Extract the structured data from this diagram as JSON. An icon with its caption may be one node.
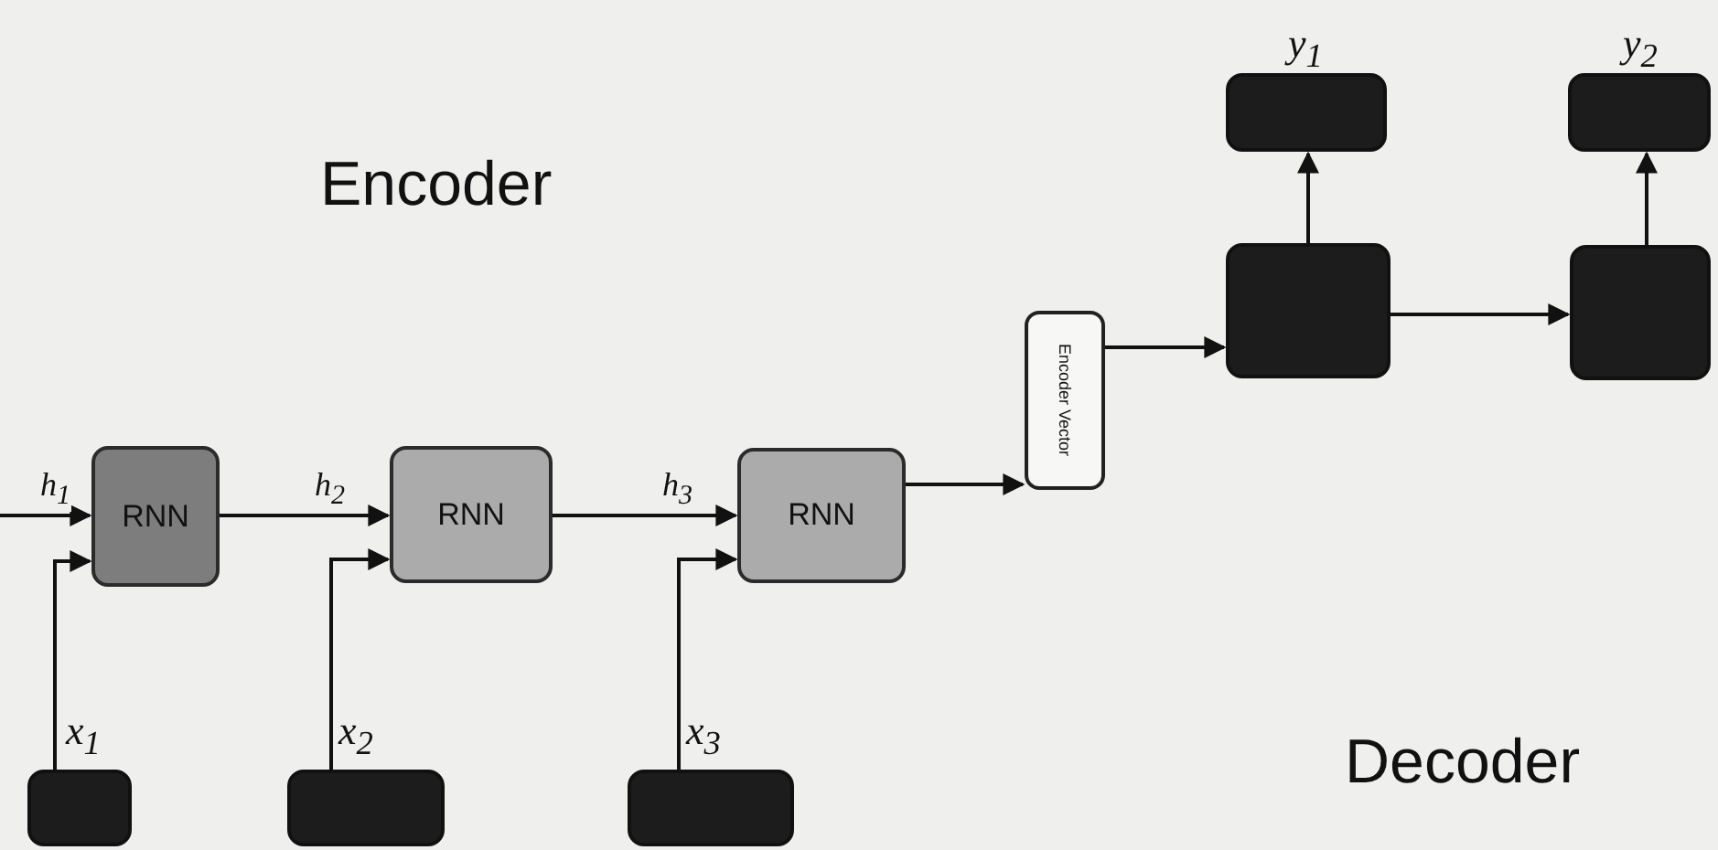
{
  "diagram": {
    "nodes": [
      {
        "text": [
          "RNN"
        ]
      },
      {
        "text": [
          "RNN"
        ]
      },
      {
        "text": [
          "RNN"
        ]
      },
      {
        "text": [],
        "shape": "box",
        "beside": [
          "x$_{1}$"
        ]
      },
      {
        "text": [],
        "shape": "box",
        "beside": [
          "x$_{2}$"
        ]
      },
      {
        "text": [],
        "shape": "box",
        "beside": [
          "x$_{3}$"
        ]
      },
      {
        "text": [
          "Encoder Vector"
        ]
      },
      {
        "text": [],
        "shape": "box"
      },
      {
        "text": [],
        "shape": "box"
      },
      {
        "text": [],
        "shape": "box",
        "beside": [
          "y$_{1}$"
        ]
      },
      {
        "text": [],
        "shape": "box",
        "beside": [
          "y$_{2}$"
        ]
      }
    ],
    "edges": [
      {
        "from": null,
        "to": 0,
        "arrow": "to",
        "label": "h$_{1}$"
      },
      {
        "from": 0,
        "to": 1,
        "arrow": "to",
        "label": "h$_{2}$"
      },
      {
        "from": 1,
        "to": 2,
        "arrow": "to",
        "label": "h$_{3}$"
      },
      {
        "from": 3,
        "to": 0,
        "arrow": "to"
      },
      {
        "from": 4,
        "to": 1,
        "arrow": "to"
      },
      {
        "from": 5,
        "to": 2,
        "arrow": "to"
      },
      {
        "from": 2,
        "to": 6,
        "arrow": "to"
      },
      {
        "from": 6,
        "to": 7,
        "arrow": "to"
      },
      {
        "from": 7,
        "to": 8,
        "arrow": "to"
      },
      {
        "from": 7,
        "to": 9,
        "arrow": "to"
      },
      {
        "from": 8,
        "to": 10,
        "arrow": "to"
      }
    ],
    "labels": [
      "Encoder",
      "Decoder"
    ]
  }
}
